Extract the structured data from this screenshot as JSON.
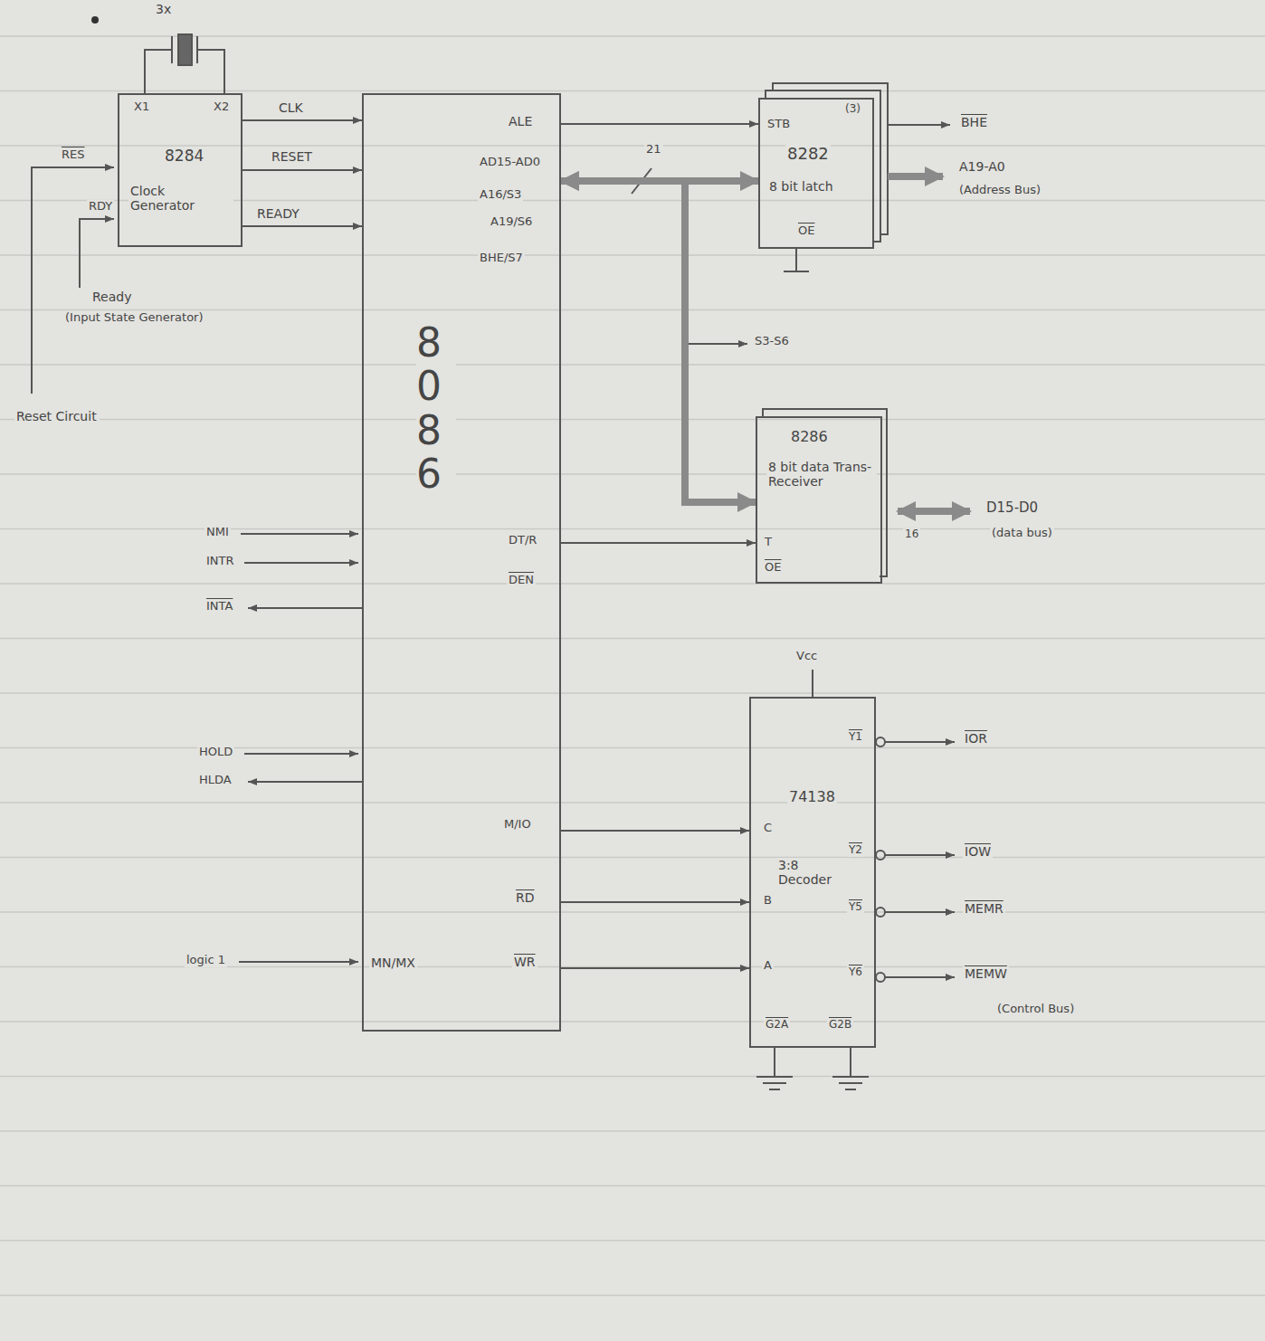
{
  "diagram": {
    "nodes": [
      {
        "text": [
          "X1",
          "X2",
          "8284",
          "Clock Generator"
        ]
      },
      {
        "text": [
          "8086"
        ]
      },
      {
        "text": [
          "STB",
          "(3)",
          "8282",
          "8 bit latch",
          "OE"
        ]
      },
      {
        "text": [
          "8286",
          "8 bit data Trans-Receiver",
          "T",
          "OE"
        ]
      },
      {
        "text": [
          "74138",
          "3:8 Decoder"
        ]
      }
    ],
    "edges": [
      {
        "from": 0,
        "to": 1,
        "arrow": "to"
      },
      {
        "from": 0,
        "to": 1,
        "arrow": "to"
      },
      {
        "from": 0,
        "to": 1,
        "arrow": "to"
      },
      {
        "from": 1,
        "to": 2,
        "arrow": "to"
      },
      {
        "from": 1,
        "to": 2,
        "arrow": "both"
      },
      {
        "from": 1,
        "to": 3,
        "arrow": "both"
      },
      {
        "from": 1,
        "to": 3,
        "arrow": "to"
      },
      {
        "from": 1,
        "to": 4,
        "arrow": "to"
      },
      {
        "from": 1,
        "to": 4,
        "arrow": "to"
      },
      {
        "from": 1,
        "to": 4,
        "arrow": "to"
      }
    ],
    "labels": [
      "3x",
      "RES",
      "RDY",
      "CLK",
      "RESET",
      "READY",
      "Ready",
      "(Input State Generator)",
      "Reset Circuit",
      "NMI",
      "INTR",
      "INTA",
      "HOLD",
      "HLDA",
      "logic 1",
      "MN/MX",
      "ALE",
      "AD15-AD0",
      "A16/S3",
      "A19/S6",
      "BHE/S7",
      "DT/R",
      "DEN",
      "M/IO",
      "RD",
      "WR",
      "21",
      "S3-S6",
      "BHE",
      "A19-A0",
      "(Address Bus)",
      "D15-D0",
      "(data bus)",
      "16",
      "Vcc",
      "Y1",
      "IOR",
      "C",
      "Y2",
      "IOW",
      "B",
      "Y5",
      "MEMR",
      "A",
      "Y6",
      "MEMW",
      "(Control Bus)",
      "G2A",
      "G2B"
    ]
  }
}
